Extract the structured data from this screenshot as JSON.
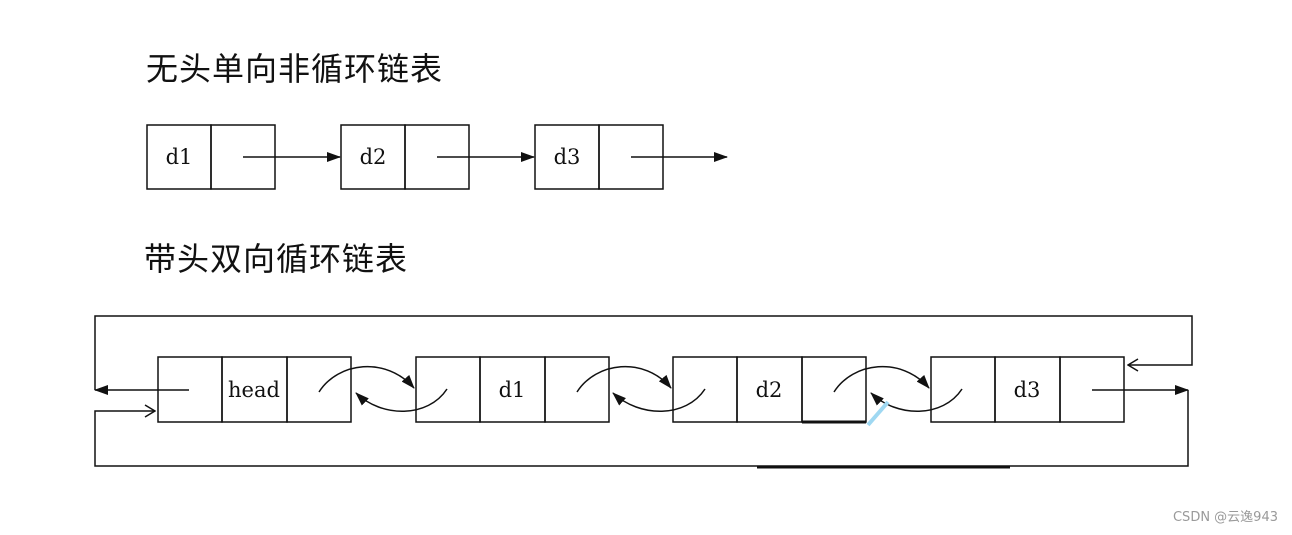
{
  "diagram1": {
    "title": "无头单向非循环链表",
    "nodes": [
      "d1",
      "d2",
      "d3"
    ]
  },
  "diagram2": {
    "title": "带头双向循环链表",
    "nodes": [
      "head",
      "d1",
      "d2",
      "d3"
    ]
  },
  "watermark": "CSDN @云逸943",
  "colors": {
    "line": "#111111",
    "highlight": "#9fd8f2"
  }
}
